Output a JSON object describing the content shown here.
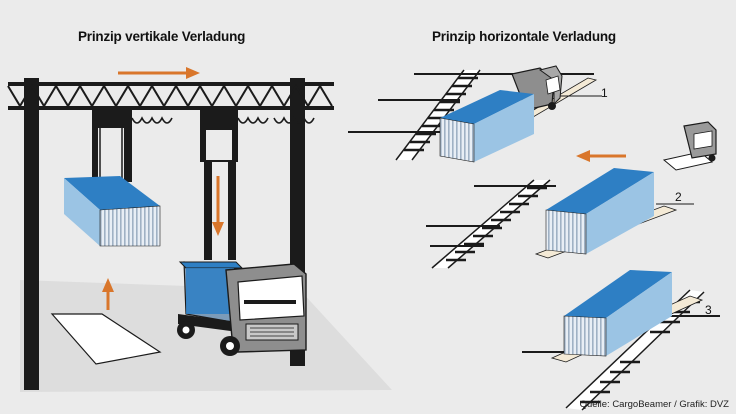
{
  "titles": {
    "vertical": "Prinzip vertikale Verladung",
    "horizontal": "Prinzip horizontale Verladung"
  },
  "steps": [
    "1",
    "2",
    "3"
  ],
  "source": "Quelle: CargoBeamer / Grafik: DVZ",
  "colors": {
    "background": "#ebebeb",
    "arrow": "#d9762b",
    "container_top": "#2e7fc4",
    "container_side": "#9bc4e4",
    "crane": "#1b1b1b",
    "truck": "#8e8e8e",
    "ground": "#dcdcdc"
  }
}
